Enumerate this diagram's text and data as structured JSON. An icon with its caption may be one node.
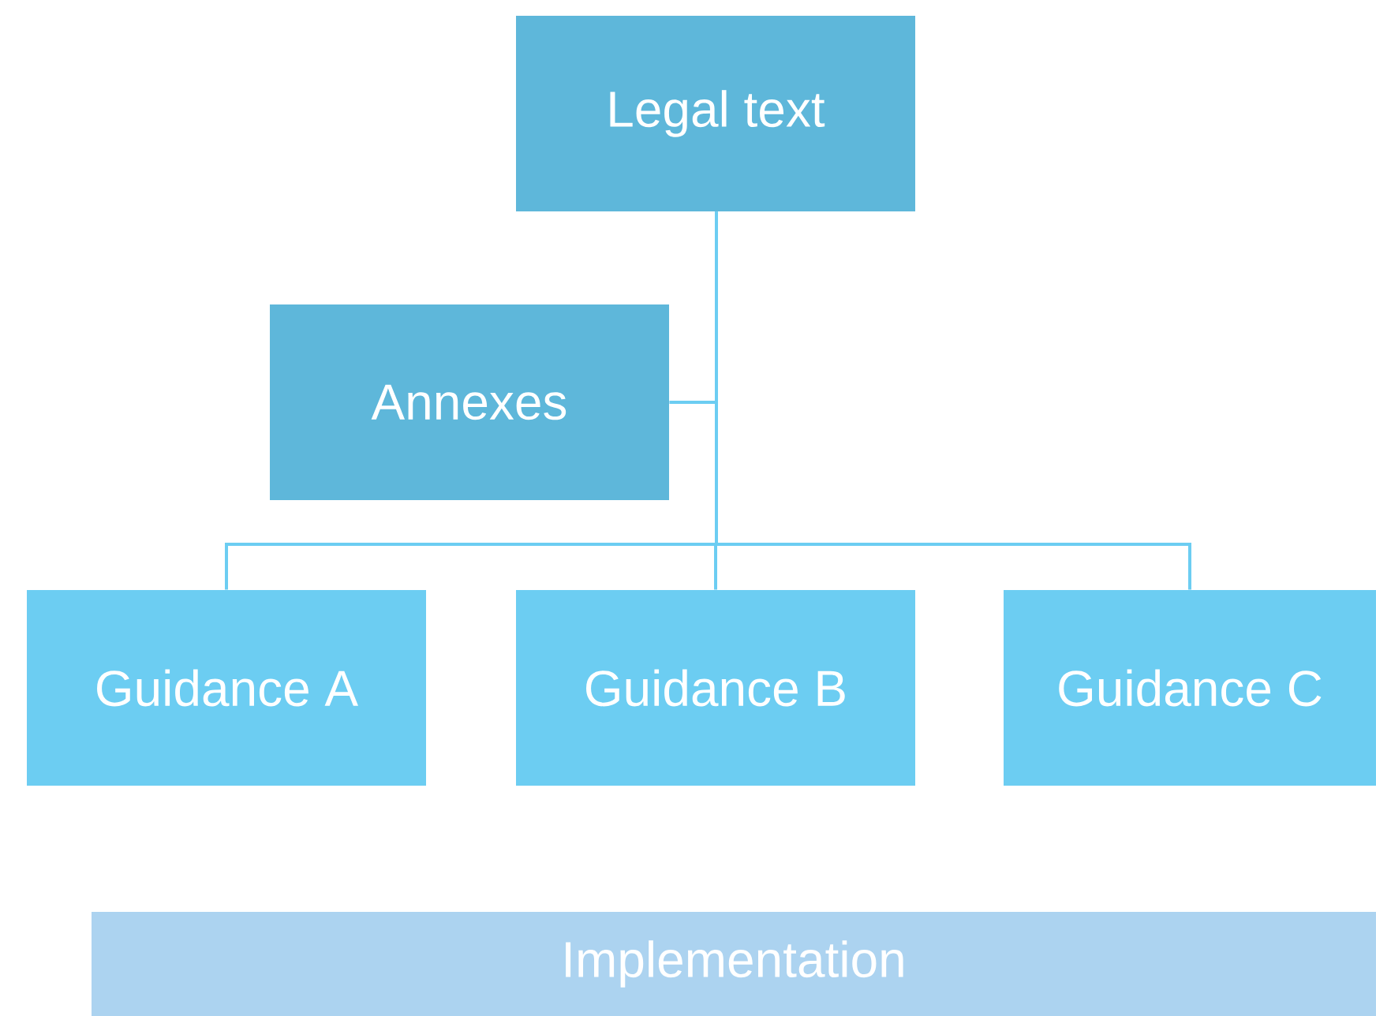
{
  "diagram": {
    "nodes": [
      {
        "text": [
          "Legal text"
        ]
      },
      {
        "text": [
          "Annexes"
        ]
      },
      {
        "text": [
          "Guidance A"
        ]
      },
      {
        "text": [
          "Guidance B"
        ]
      },
      {
        "text": [
          "Guidance C"
        ]
      },
      {
        "text": [
          "Implementation"
        ]
      }
    ],
    "edges": [
      {
        "from": 0,
        "to": 1,
        "arrow": "none"
      },
      {
        "from": 0,
        "to": 2,
        "arrow": "none"
      },
      {
        "from": 0,
        "to": 3,
        "arrow": "none"
      },
      {
        "from": 0,
        "to": 4,
        "arrow": "none"
      }
    ]
  }
}
